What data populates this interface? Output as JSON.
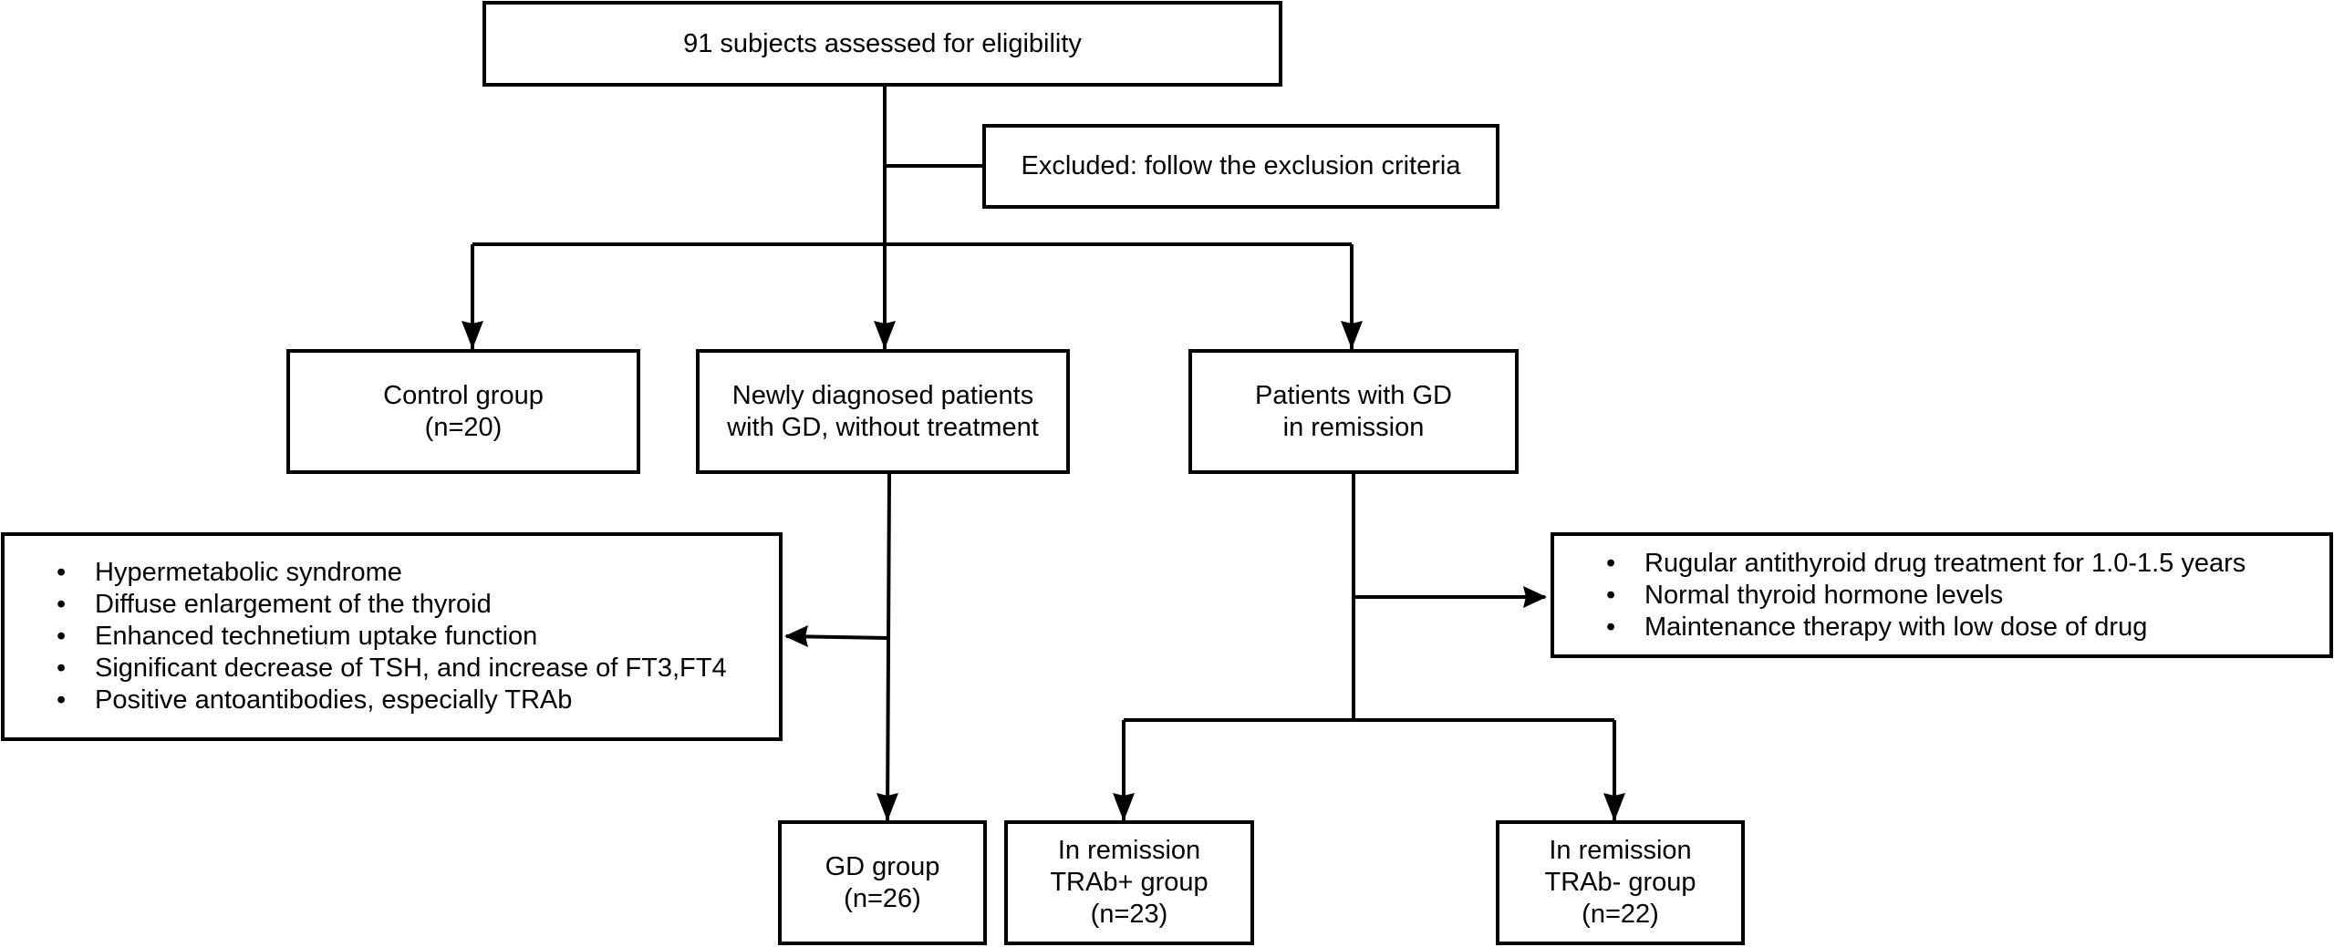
{
  "boxes": {
    "eligibility": "91 subjects assessed for eligibility",
    "excluded": "Excluded: follow the exclusion criteria",
    "control": [
      "Control group",
      "(n=20)"
    ],
    "newly_diagnosed": [
      "Newly diagnosed patients",
      "with GD, without treatment"
    ],
    "remission": [
      "Patients with GD",
      "in remission"
    ],
    "gd_criteria": [
      "Hypermetabolic syndrome",
      "Diffuse enlargement of the thyroid",
      "Enhanced technetium uptake function",
      "Significant decrease of TSH, and increase of FT3,FT4",
      "Positive antoantibodies, especially TRAb"
    ],
    "remission_criteria": [
      "Rugular antithyroid drug treatment for 1.0-1.5 years",
      "Normal thyroid hormone levels",
      "Maintenance therapy with low dose of drug"
    ],
    "gd_group": [
      "GD group",
      "(n=26)"
    ],
    "trab_pos": [
      "In remission",
      "TRAb+ group",
      "(n=23)"
    ],
    "trab_neg": [
      "In remission",
      "TRAb- group",
      "(n=22)"
    ]
  }
}
